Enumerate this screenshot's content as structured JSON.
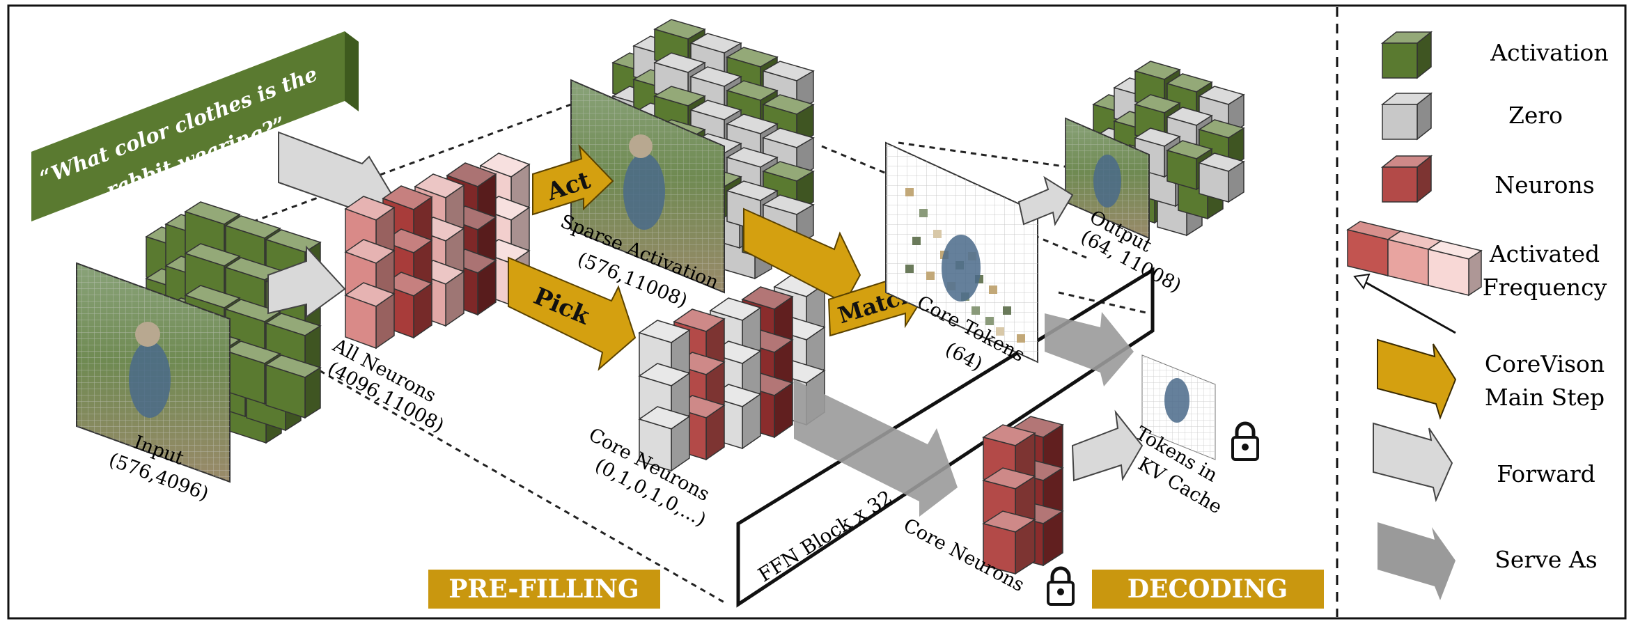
{
  "question": {
    "line1": "“What color clothes is the",
    "line2": "rabbit wearing?”"
  },
  "labels": {
    "input_name": "Input",
    "input_dims": "(576,4096)",
    "all_neurons_name": "All Neurons",
    "all_neurons_dims": "(4096,11008)",
    "sparse_name": "Sparse Activation",
    "sparse_dims": "(576,11008)",
    "core_neurons_name": "Core Neurons",
    "core_neurons_seq": "(0,1,0,1,0,...)",
    "core_tokens_name": "Core Tokens",
    "core_tokens_dims": "(64)",
    "output_name": "Output",
    "output_dims": "(64, 11008)",
    "ffn_block": "FFN Block x 32",
    "core_neurons_decode": "Core Neurons",
    "kv_line1": "Tokens in",
    "kv_line2": "KV Cache"
  },
  "steps": {
    "act": "Act",
    "pick": "Pick",
    "match": "Match"
  },
  "phases": {
    "prefilling": "PRE-FILLING",
    "decoding": "DECODING"
  },
  "legend": {
    "activation": "Activation",
    "zero": "Zero",
    "neurons": "Neurons",
    "activated_frequency_1": "Activated",
    "activated_frequency_2": "Frequency",
    "corevision_1": "CoreVison",
    "corevision_2": "Main Step",
    "forward": "Forward",
    "serve_as": "Serve As"
  },
  "colors": {
    "activation_green": "#5a7a30",
    "zero_gray": "#c8c8c8",
    "neuron_red": "#b34a48",
    "step_gold": "#d4a010",
    "phase_banner": "#c9970f",
    "serve_gray": "#9a9a9a"
  }
}
